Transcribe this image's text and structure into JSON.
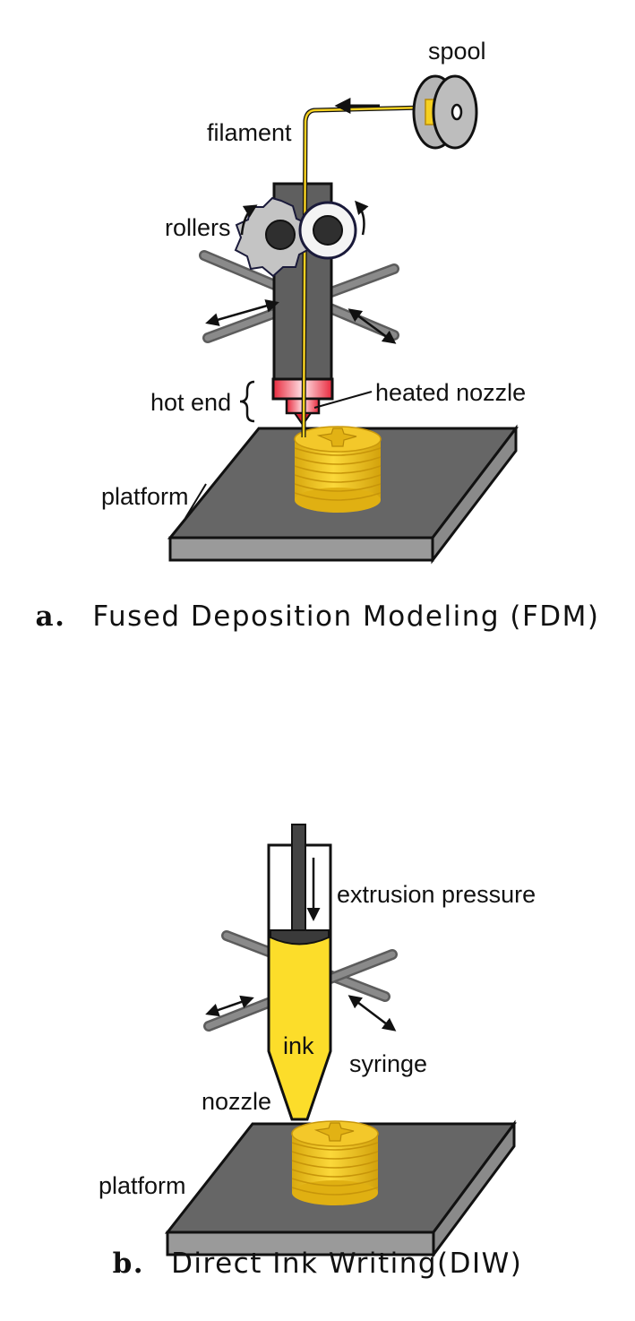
{
  "fdm": {
    "labels": {
      "spool": "spool",
      "filament": "filament",
      "rollers": "rollers",
      "hot_end": "hot end",
      "heated_nozzle": "heated nozzle",
      "platform": "platform"
    },
    "caption_letter": "a.",
    "caption_text": "Fused Deposition Modeling (FDM)"
  },
  "diw": {
    "labels": {
      "extrusion_pressure": "extrusion pressure",
      "ink": "ink",
      "syringe": "syringe",
      "nozzle": "nozzle",
      "platform": "platform"
    },
    "caption_letter": "b.",
    "caption_text": "Direct Ink Writing(DIW)"
  },
  "colors": {
    "filament": "#f5d020",
    "print_part": "#f2c81c",
    "ink": "#fcdd2a",
    "platform_top": "#666666",
    "platform_side": "#9a9a9a",
    "body": "#5f5f5f",
    "heater": "#e8283c",
    "rods": "#777777"
  }
}
